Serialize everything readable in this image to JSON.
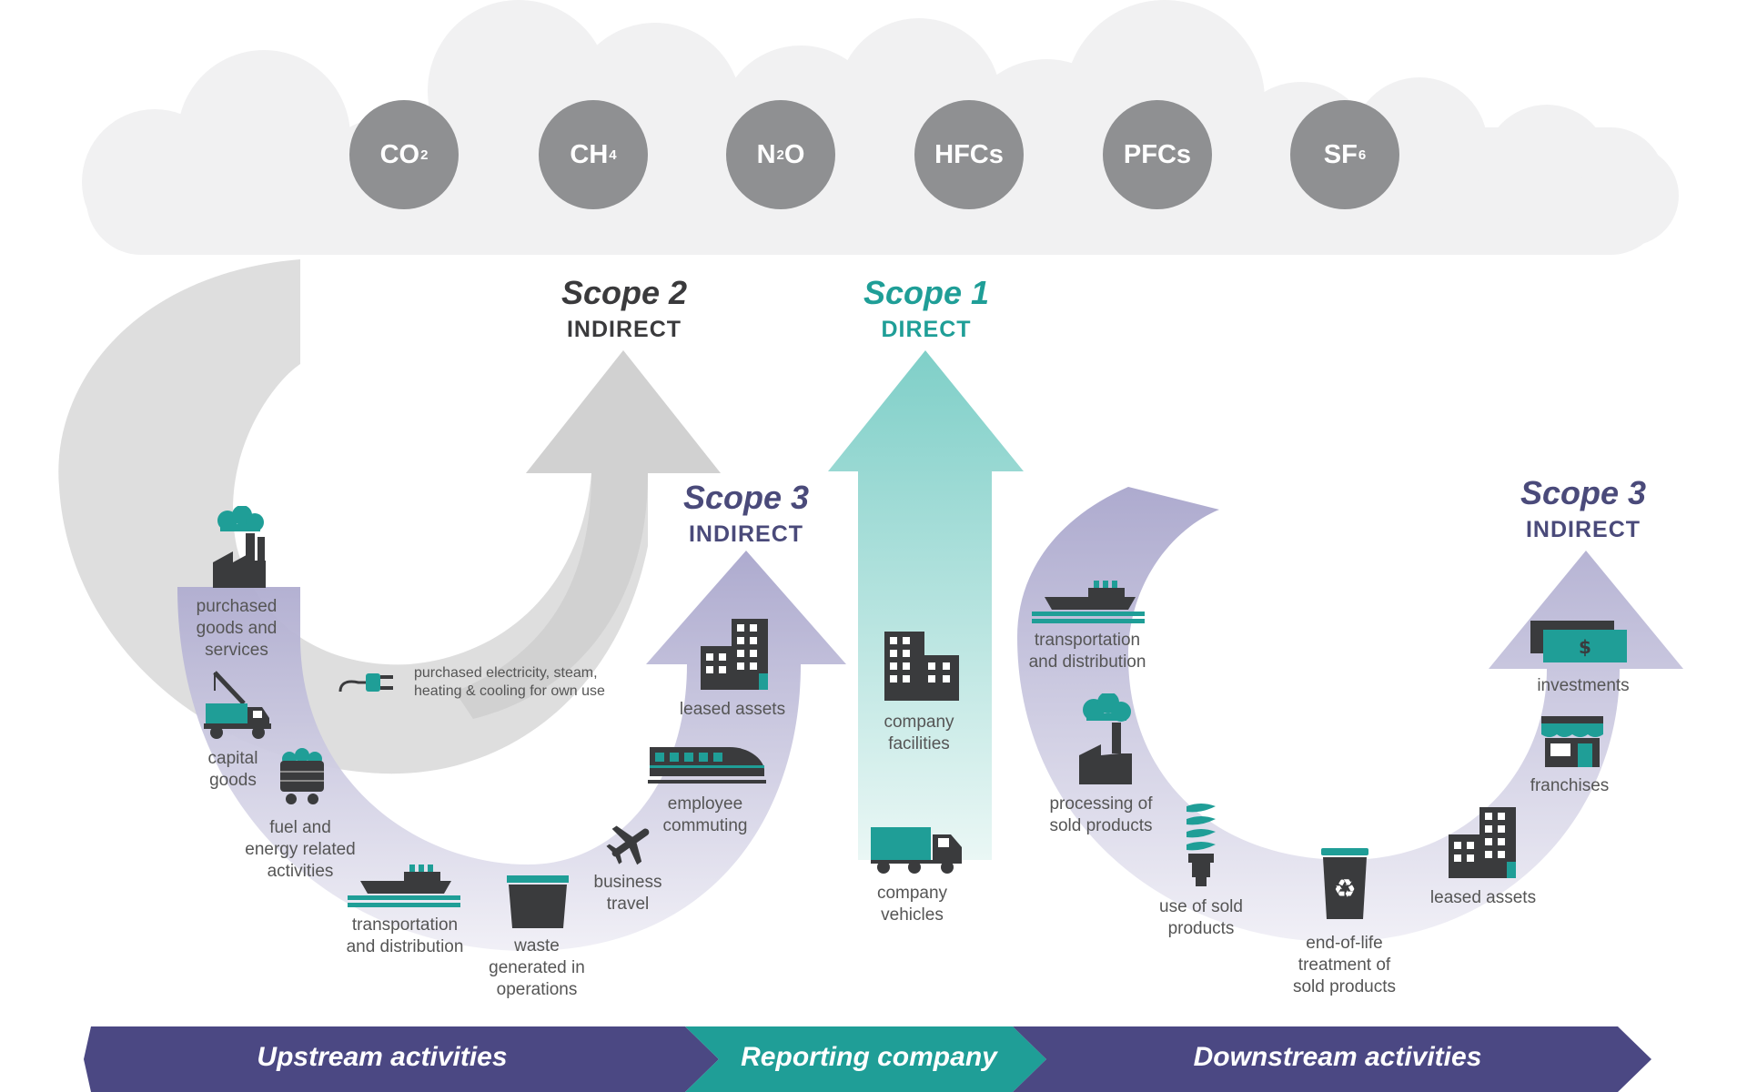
{
  "gases": [
    {
      "base": "CO",
      "sub": "2"
    },
    {
      "base": "CH",
      "sub": "4"
    },
    {
      "base": "N",
      "sub": "2",
      "tail": "O"
    },
    {
      "base": "HFCs"
    },
    {
      "base": "PFCs"
    },
    {
      "base": "SF",
      "sub": "6"
    }
  ],
  "scopes": {
    "scope2": {
      "title": "Scope 2",
      "type": "INDIRECT",
      "color": "#3a3a3c"
    },
    "scope1": {
      "title": "Scope 1",
      "type": "DIRECT",
      "color": "#1f9e97"
    },
    "scope3_up": {
      "title": "Scope 3",
      "type": "INDIRECT",
      "color": "#4a4a7a"
    },
    "scope3_down": {
      "title": "Scope 3",
      "type": "INDIRECT",
      "color": "#4a4a7a"
    }
  },
  "upstream": [
    {
      "id": "purchased-goods",
      "lines": [
        "purchased",
        "goods and",
        "services"
      ],
      "icon": "factory-icon"
    },
    {
      "id": "capital-goods",
      "lines": [
        "capital",
        "goods"
      ],
      "icon": "crane-truck-icon"
    },
    {
      "id": "fuel-energy",
      "lines": [
        "fuel and",
        "energy related",
        "activities"
      ],
      "icon": "coal-cart-icon"
    },
    {
      "id": "transport-up",
      "lines": [
        "transportation",
        "and distribution"
      ],
      "icon": "ship-icon"
    },
    {
      "id": "waste",
      "lines": [
        "waste",
        "generated in",
        "operations"
      ],
      "icon": "dumpster-icon"
    },
    {
      "id": "business-travel",
      "lines": [
        "business",
        "travel"
      ],
      "icon": "airplane-icon"
    },
    {
      "id": "employee-commuting",
      "lines": [
        "employee",
        "commuting"
      ],
      "icon": "train-icon"
    },
    {
      "id": "leased-up",
      "lines": [
        "leased assets"
      ],
      "icon": "building-icon"
    }
  ],
  "scope2_item": {
    "lines": [
      "purchased electricity, steam,",
      "heating & cooling for own use"
    ],
    "icon": "plug-icon"
  },
  "company": [
    {
      "id": "facilities",
      "lines": [
        "company",
        "facilities"
      ],
      "icon": "building-icon"
    },
    {
      "id": "vehicles",
      "lines": [
        "company",
        "vehicles"
      ],
      "icon": "truck-icon"
    }
  ],
  "downstream": [
    {
      "id": "transport-down",
      "lines": [
        "transportation",
        "and distribution"
      ],
      "icon": "ship-icon"
    },
    {
      "id": "processing",
      "lines": [
        "processing of",
        "sold products"
      ],
      "icon": "factory-icon"
    },
    {
      "id": "use-sold",
      "lines": [
        "use of sold",
        "products"
      ],
      "icon": "bulb-icon"
    },
    {
      "id": "end-of-life",
      "lines": [
        "end-of-life",
        "treatment of",
        "sold products"
      ],
      "icon": "recycle-bin-icon"
    },
    {
      "id": "leased-down",
      "lines": [
        "leased assets"
      ],
      "icon": "building-icon"
    },
    {
      "id": "franchises",
      "lines": [
        "franchises"
      ],
      "icon": "store-icon"
    },
    {
      "id": "investments",
      "lines": [
        "investments"
      ],
      "icon": "money-icon"
    }
  ],
  "money_symbol": "$",
  "band": {
    "upstream": "Upstream activities",
    "reporting": "Reporting company",
    "downstream": "Downstream activities"
  },
  "colors": {
    "teal": "#1f9e97",
    "navy": "#4b4883",
    "dark_icon": "#3a3b3d",
    "gas_gray": "#8f9092"
  }
}
